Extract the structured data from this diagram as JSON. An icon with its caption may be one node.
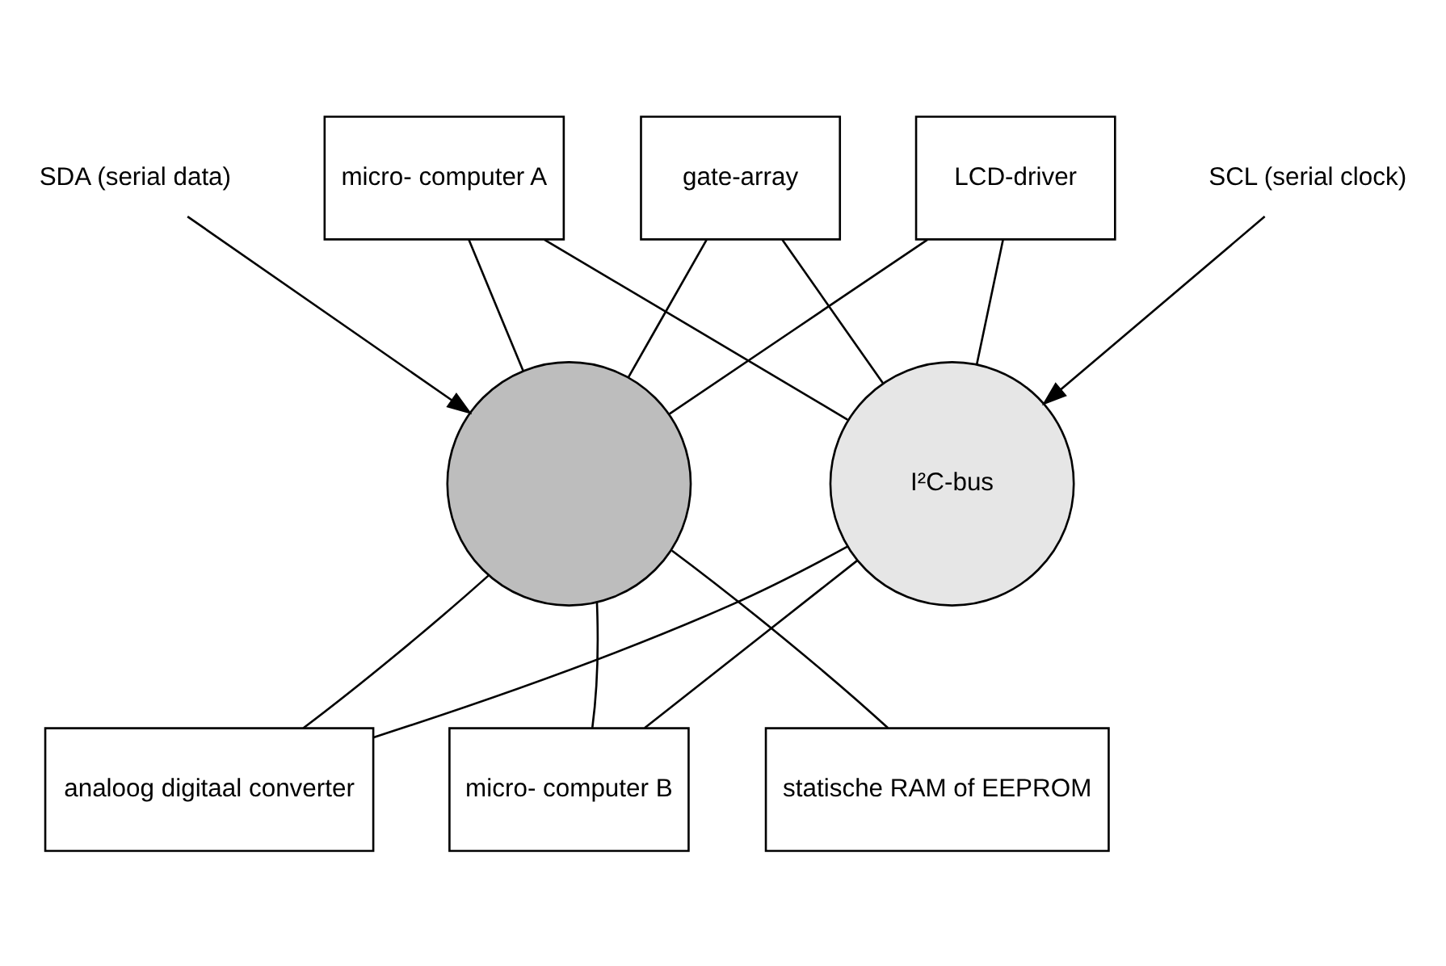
{
  "diagram": {
    "nodes": [
      {
        "text": [
          "micro- computer A"
        ]
      },
      {
        "text": [
          "gate-array"
        ]
      },
      {
        "text": [
          "LCD-driver"
        ]
      },
      {
        "text": [
          "analoog digitaal converter"
        ]
      },
      {
        "text": [
          "statische RAM of EEPROM"
        ]
      },
      {
        "text": [
          "micro- computer B"
        ]
      },
      {
        "text": [],
        "shape": "circle"
      },
      {
        "text": [
          "I²C-bus"
        ]
      },
      {
        "text": [
          "SDA (serial data)"
        ]
      },
      {
        "text": [
          "SCL (serial clock)"
        ]
      }
    ],
    "edges": [
      {
        "from": 0,
        "to": 6,
        "arrow": "none"
      },
      {
        "from": 0,
        "to": 7,
        "arrow": "none"
      },
      {
        "from": 1,
        "to": 6,
        "arrow": "none"
      },
      {
        "from": 1,
        "to": 7,
        "arrow": "none"
      },
      {
        "from": 2,
        "to": 7,
        "arrow": "none"
      },
      {
        "from": 2,
        "to": 6,
        "arrow": "none"
      },
      {
        "from": 3,
        "to": 7,
        "arrow": "none"
      },
      {
        "from": 3,
        "to": 6,
        "arrow": "none"
      },
      {
        "from": 4,
        "to": 6,
        "arrow": "none"
      },
      {
        "from": 5,
        "to": 6,
        "arrow": "none"
      },
      {
        "from": 5,
        "to": 7,
        "arrow": "none"
      },
      {
        "from": 8,
        "to": 6,
        "arrow": "to"
      },
      {
        "from": 9,
        "to": 7,
        "arrow": "to"
      }
    ]
  }
}
